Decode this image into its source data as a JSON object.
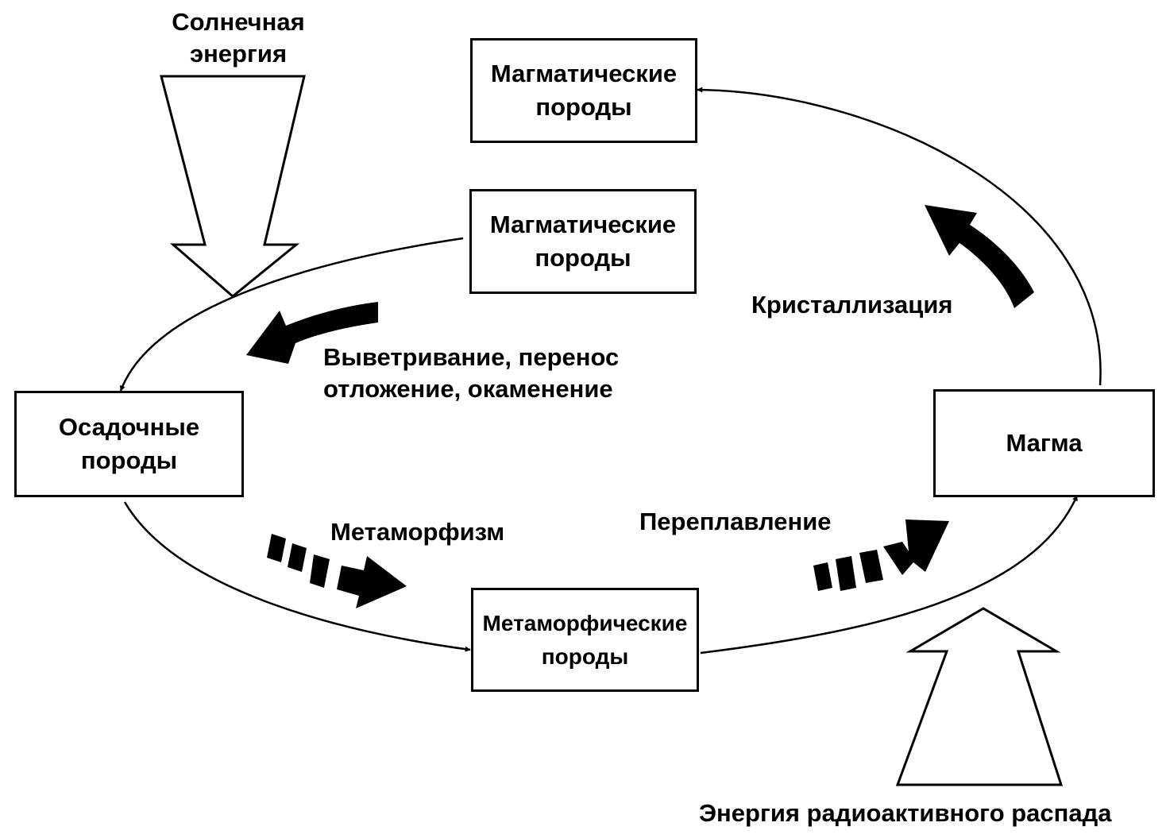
{
  "nodes": {
    "igneous_top": {
      "line1": "Магматические",
      "line2": "породы"
    },
    "igneous_mid": {
      "line1": "Магматические",
      "line2": "породы"
    },
    "sedimentary": {
      "line1": "Осадочные",
      "line2": "породы"
    },
    "metamorphic": {
      "line1": "Метаморфические",
      "line2": "породы"
    },
    "magma": {
      "line1": "Магма"
    }
  },
  "labels": {
    "solar_energy": {
      "line1": "Солнечная",
      "line2": "энергия"
    },
    "weathering": {
      "line1": "Выветривание, перенос",
      "line2": "отложение, окаменение"
    },
    "crystallization": "Кристаллизация",
    "metamorphism": "Метаморфизм",
    "remelting": "Переплавление",
    "radioactive_energy": "Энергия радиоактивного распада"
  },
  "colors": {
    "ink": "#000000",
    "background": "#ffffff"
  }
}
